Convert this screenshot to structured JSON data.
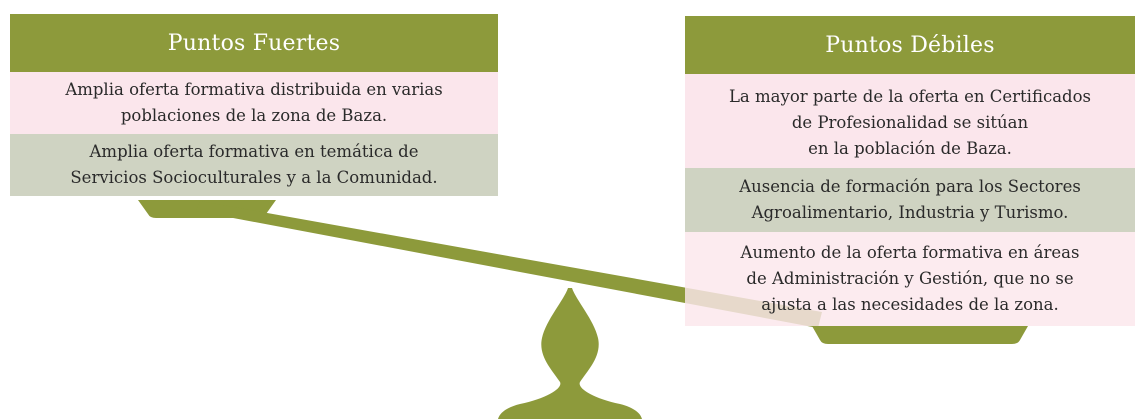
{
  "colors": {
    "olive": "#8d9a3b",
    "pink": "#fbe6ec",
    "sage": "#cfd3c2",
    "header_text": "#ffffff",
    "body_text": "#2a2a2a"
  },
  "strengths": {
    "title": "Puntos Fuertes",
    "items": [
      "Amplia oferta formativa distribuida en varias\npoblaciones de la zona de Baza.",
      "Amplia oferta formativa en temática de\nServicios Socioculturales y a la Comunidad."
    ]
  },
  "weaknesses": {
    "title": "Puntos Débiles",
    "items": [
      "La mayor parte de la oferta en Certificados\nde Profesionalidad se sitúan\nen la población de Baza.",
      "Ausencia de formación para los Sectores\nAgroalimentario, Industria y Turismo.",
      "Aumento de la oferta formativa en áreas\nde Administración y Gestión, que no se\najusta a las necesidades de la zona."
    ]
  }
}
